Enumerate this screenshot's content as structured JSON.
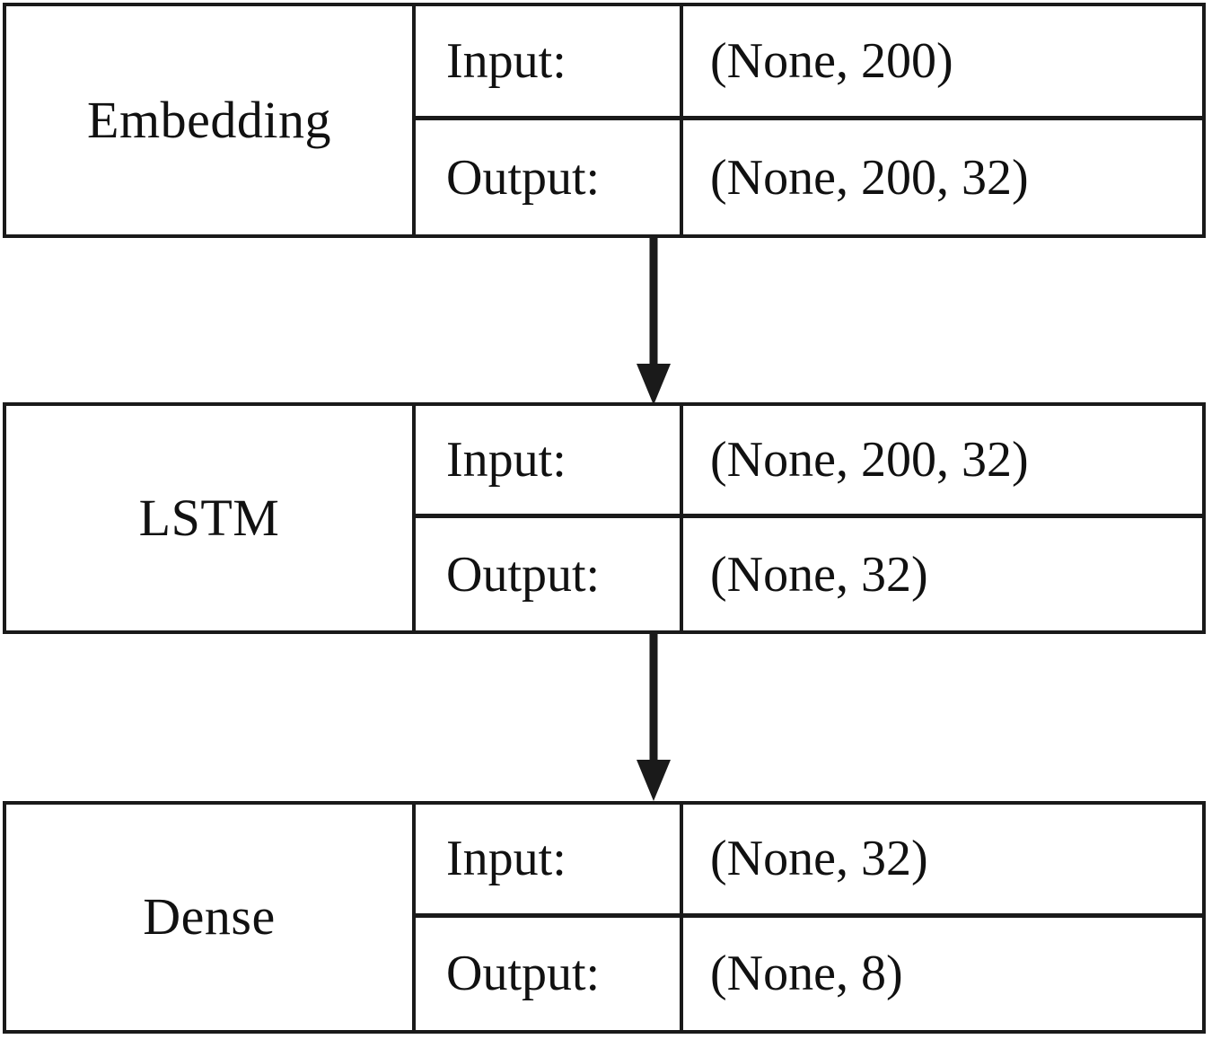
{
  "diagram": {
    "type": "keras-model-plot",
    "title": "",
    "orientation": "vertical",
    "row_labels": {
      "input": "Input:",
      "output": "Output:"
    },
    "colors": {
      "border": "#1a1a1a",
      "background": "#ffffff",
      "text": "#111111",
      "arrow": "#1a1a1a"
    },
    "layers": [
      {
        "id": "embedding",
        "name": "Embedding",
        "input_label": "Input:",
        "input_shape": "(None, 200)",
        "output_label": "Output:",
        "output_shape": "(None, 200, 32)"
      },
      {
        "id": "lstm",
        "name": "LSTM",
        "input_label": "Input:",
        "input_shape": "(None, 200, 32)",
        "output_label": "Output:",
        "output_shape": "(None, 32)"
      },
      {
        "id": "dense",
        "name": "Dense",
        "input_label": "Input:",
        "input_shape": "(None, 32)",
        "output_label": "Output:",
        "output_shape": "(None, 8)"
      }
    ],
    "connections": [
      {
        "id": "embedding-to-lstm",
        "from": "embedding",
        "to": "lstm",
        "icon": "down-arrow-icon"
      },
      {
        "id": "lstm-to-dense",
        "from": "lstm",
        "to": "dense",
        "icon": "down-arrow-icon"
      }
    ]
  }
}
